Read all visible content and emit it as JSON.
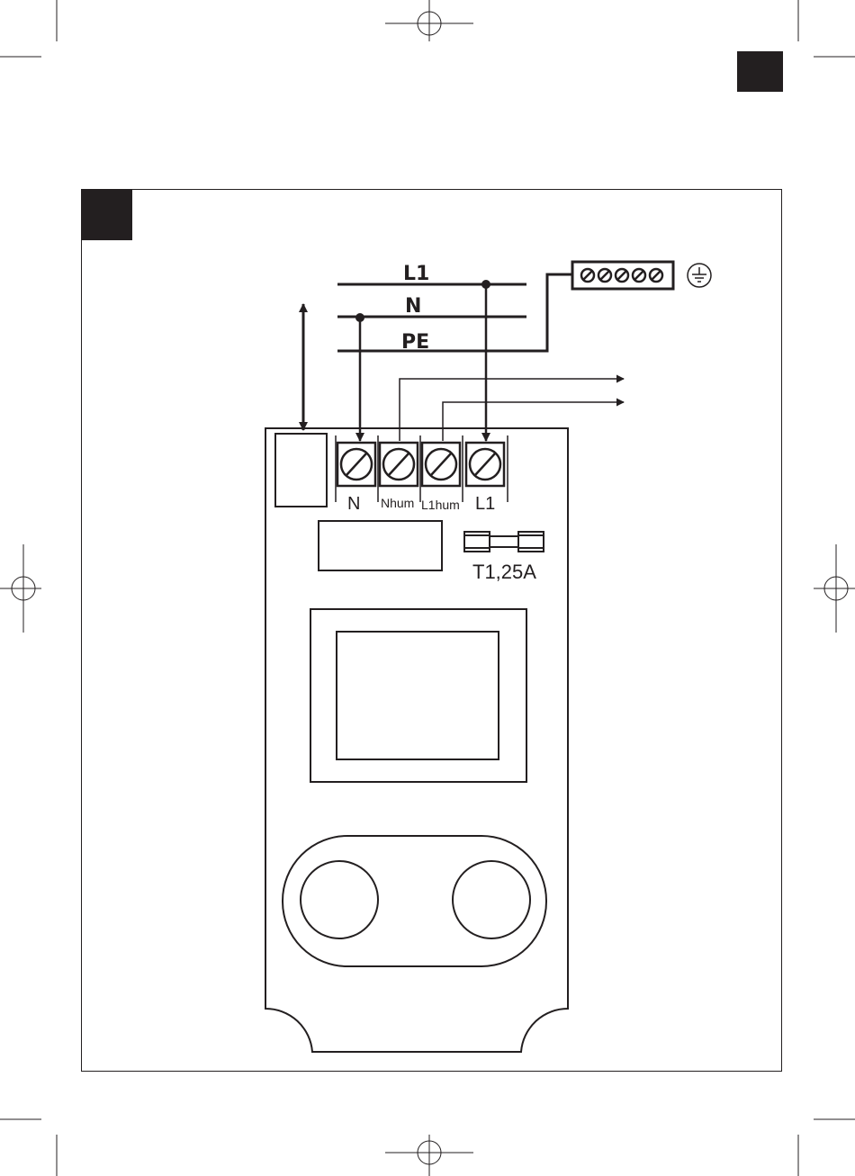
{
  "diagram": {
    "bus_labels": {
      "l1": "L1",
      "n": "N",
      "pe": "PE"
    },
    "terminal_labels": [
      "N",
      "Nhum",
      "L1hum",
      "L1"
    ],
    "fuse_label": "T1,25A",
    "colors": {
      "ink": "#231f20",
      "marker": "#231f20",
      "background": "#ffffff"
    },
    "icons": [
      "ground-icon",
      "terminal-screw-icon",
      "crop-mark-icon"
    ]
  }
}
